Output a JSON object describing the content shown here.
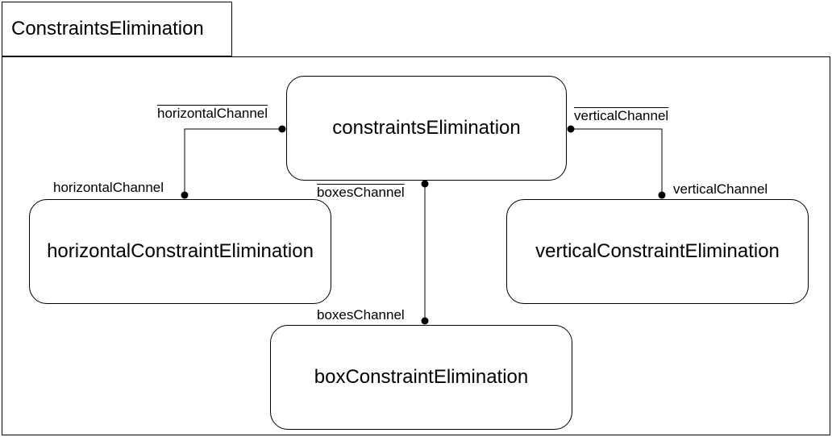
{
  "package": {
    "title": "ConstraintsElimination"
  },
  "nodes": {
    "center": "constraintsElimination",
    "horizontal": "horizontalConstraintElimination",
    "vertical": "verticalConstraintElimination",
    "box": "boxConstraintElimination"
  },
  "ports": {
    "center_horizontal": "horizontalChannel",
    "center_vertical": "verticalChannel",
    "center_boxes": "boxesChannel",
    "horizontal_in": "horizontalChannel",
    "vertical_in": "verticalChannel",
    "box_in": "boxesChannel"
  }
}
